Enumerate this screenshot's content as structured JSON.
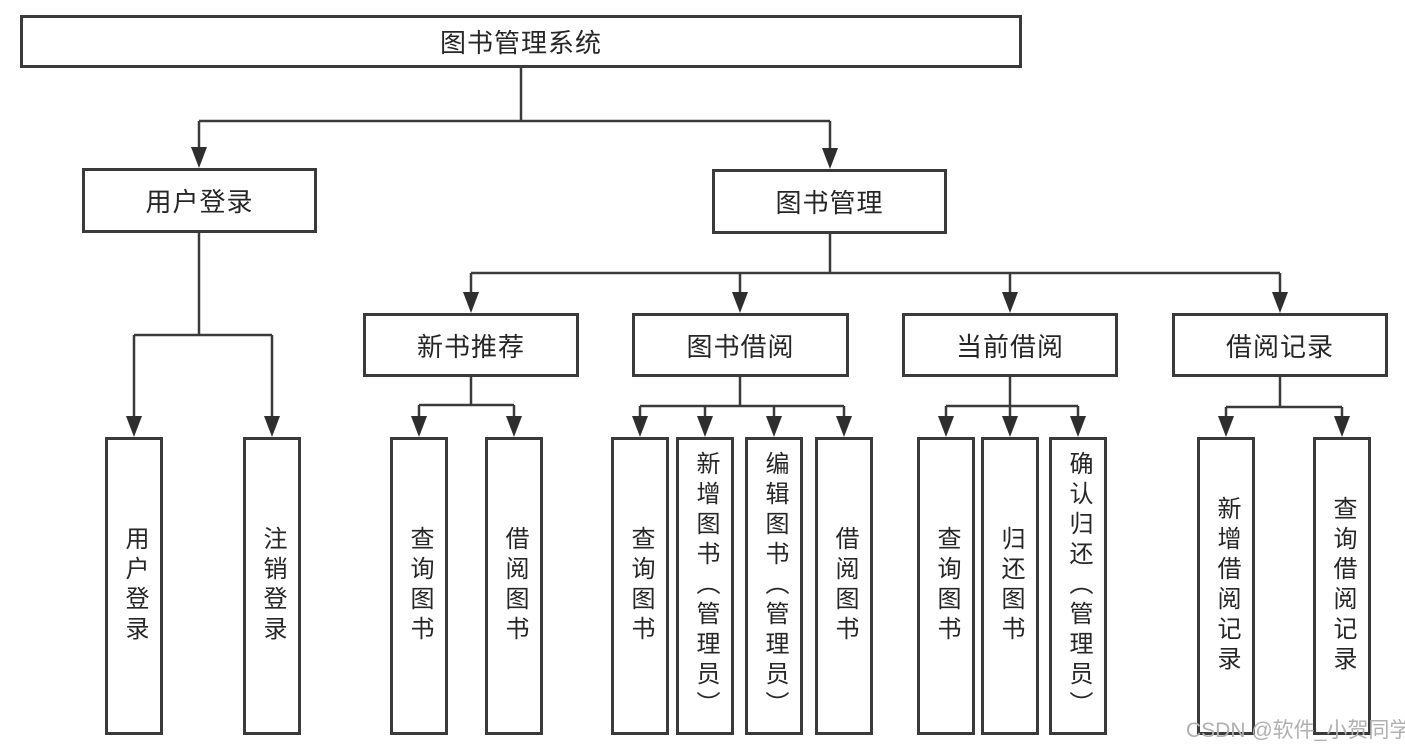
{
  "diagram": {
    "type": "tree",
    "tree": {
      "label": "图书管理系统",
      "children": [
        {
          "label": "用户登录",
          "children": [
            {
              "label": "用户登录"
            },
            {
              "label": "注销登录"
            }
          ]
        },
        {
          "label": "图书管理",
          "children": [
            {
              "label": "新书推荐",
              "children": [
                {
                  "label": "查询图书"
                },
                {
                  "label": "借阅图书"
                }
              ]
            },
            {
              "label": "图书借阅",
              "children": [
                {
                  "label": "查询图书"
                },
                {
                  "label": "新增图书（管理员）"
                },
                {
                  "label": "编辑图书（管理员）"
                },
                {
                  "label": "借阅图书"
                }
              ]
            },
            {
              "label": "当前借阅",
              "children": [
                {
                  "label": "查询图书"
                },
                {
                  "label": "归还图书"
                },
                {
                  "label": "确认归还（管理员）"
                }
              ]
            },
            {
              "label": "借阅记录",
              "children": [
                {
                  "label": "新增借阅记录"
                },
                {
                  "label": "查询借阅记录"
                }
              ]
            }
          ]
        }
      ]
    },
    "colors": {
      "line": "#3a3a3a",
      "box_border": "#3a3a3a",
      "text": "#262626",
      "background": "#ffffff",
      "watermark": "#b0b0b0"
    }
  },
  "watermark": {
    "text": "CSDN @软件_小贺同学"
  }
}
